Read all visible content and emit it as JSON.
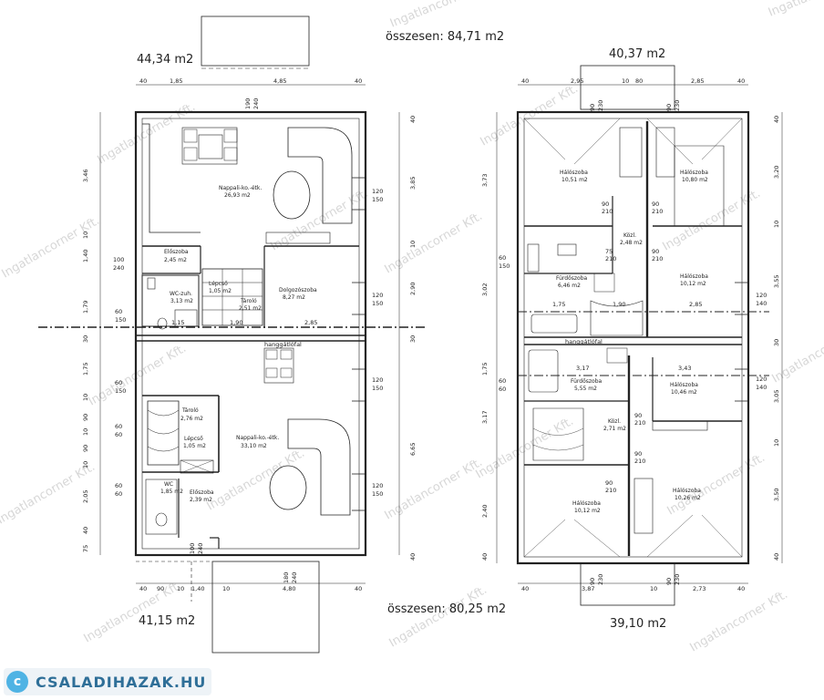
{
  "watermark": "Ingatlancorner Kft.",
  "left_plan": {
    "upper_total": "összesen: 84,71 m2",
    "upper_area": "44,34 m2",
    "lower_total": "összesen: 80,25 m2",
    "lower_area": "41,15 m2",
    "top_dims": [
      "40",
      "1,85",
      "4,85",
      "40"
    ],
    "bottom_dims": [
      "40",
      "90",
      "10",
      "1,40",
      "10",
      "4,80",
      "40"
    ],
    "left_dims": [
      "3,46",
      "10",
      "1,40",
      "1,79",
      "30",
      "1,75",
      "10",
      "90",
      "10",
      "90",
      "10",
      "2,05",
      "40",
      "75"
    ],
    "right_dims": [
      "40",
      "3,85",
      "10",
      "2,90",
      "30",
      "6,65",
      "40"
    ],
    "opening_labels": [
      "120",
      "150",
      "120",
      "150",
      "120",
      "150",
      "120",
      "150",
      "100",
      "240",
      "60",
      "150",
      "60",
      "150",
      "60",
      "60",
      "60",
      "60",
      "190",
      "240",
      "180",
      "240",
      "100",
      "240"
    ],
    "rooms": [
      {
        "name": "Nappali-ko.-étk.",
        "area": "26,93 m2"
      },
      {
        "name": "Előszoba",
        "area": "2,45 m2"
      },
      {
        "name": "Dolgozószoba",
        "area": "8,27 m2"
      },
      {
        "name": "WC-zuh.",
        "area": "3,13 m2"
      },
      {
        "name": "Lépcső",
        "area": "1,05 m2"
      },
      {
        "name": "Tároló",
        "area": "2,51 m2"
      },
      {
        "name": "Tároló",
        "area": "2,76 m2"
      },
      {
        "name": "Lépcső",
        "area": "1,05 m2"
      },
      {
        "name": "Nappali-ko.-étk.",
        "area": "33,10 m2"
      },
      {
        "name": "WC",
        "area": "1,85 m2"
      },
      {
        "name": "Előszoba",
        "area": "2,39 m2"
      }
    ],
    "inner_dims": [
      "1,15",
      "1,90",
      "2,85"
    ],
    "wall_note": "hanggátlófal"
  },
  "right_plan": {
    "upper_area": "40,37 m2",
    "lower_area": "39,10 m2",
    "top_dims": [
      "40",
      "2,95",
      "10",
      "80",
      "2,85",
      "40"
    ],
    "bottom_dims": [
      "40",
      "3,87",
      "10",
      "2,73",
      "40"
    ],
    "left_dims": [
      "3,73",
      "3,02",
      "1,75",
      "3,17",
      "2,40",
      "40"
    ],
    "right_dims": [
      "40",
      "3,20",
      "10",
      "3,55",
      "30",
      "3,05",
      "10",
      "3,50",
      "40"
    ],
    "opening_labels": [
      "90",
      "230",
      "90",
      "230",
      "90",
      "210",
      "90",
      "210",
      "75",
      "210",
      "90",
      "210",
      "120",
      "140",
      "120",
      "140",
      "60",
      "150",
      "60",
      "60",
      "90",
      "210",
      "90",
      "210",
      "90",
      "210",
      "90",
      "230",
      "90",
      "230"
    ],
    "rooms": [
      {
        "name": "Hálószoba",
        "area": "10,51 m2"
      },
      {
        "name": "Hálószoba",
        "area": "10,80 m2"
      },
      {
        "name": "Közl.",
        "area": "2,48 m2"
      },
      {
        "name": "Fürdőszoba",
        "area": "6,46 m2"
      },
      {
        "name": "Hálószoba",
        "area": "10,12 m2"
      },
      {
        "name": "Fürdőszoba",
        "area": "5,55 m2"
      },
      {
        "name": "Hálószoba",
        "area": "10,46 m2"
      },
      {
        "name": "Közl.",
        "area": "2,71 m2"
      },
      {
        "name": "Hálószoba",
        "area": "10,12 m2"
      },
      {
        "name": "Hálószoba",
        "area": "10,26 m2"
      }
    ],
    "inner_dims": [
      "1,75",
      "1,90",
      "2,85",
      "3,17",
      "3,43"
    ],
    "wall_note": "hanggátlófal"
  },
  "logo": {
    "badge": "c",
    "text": "CSALADIHAZAK.HU"
  }
}
